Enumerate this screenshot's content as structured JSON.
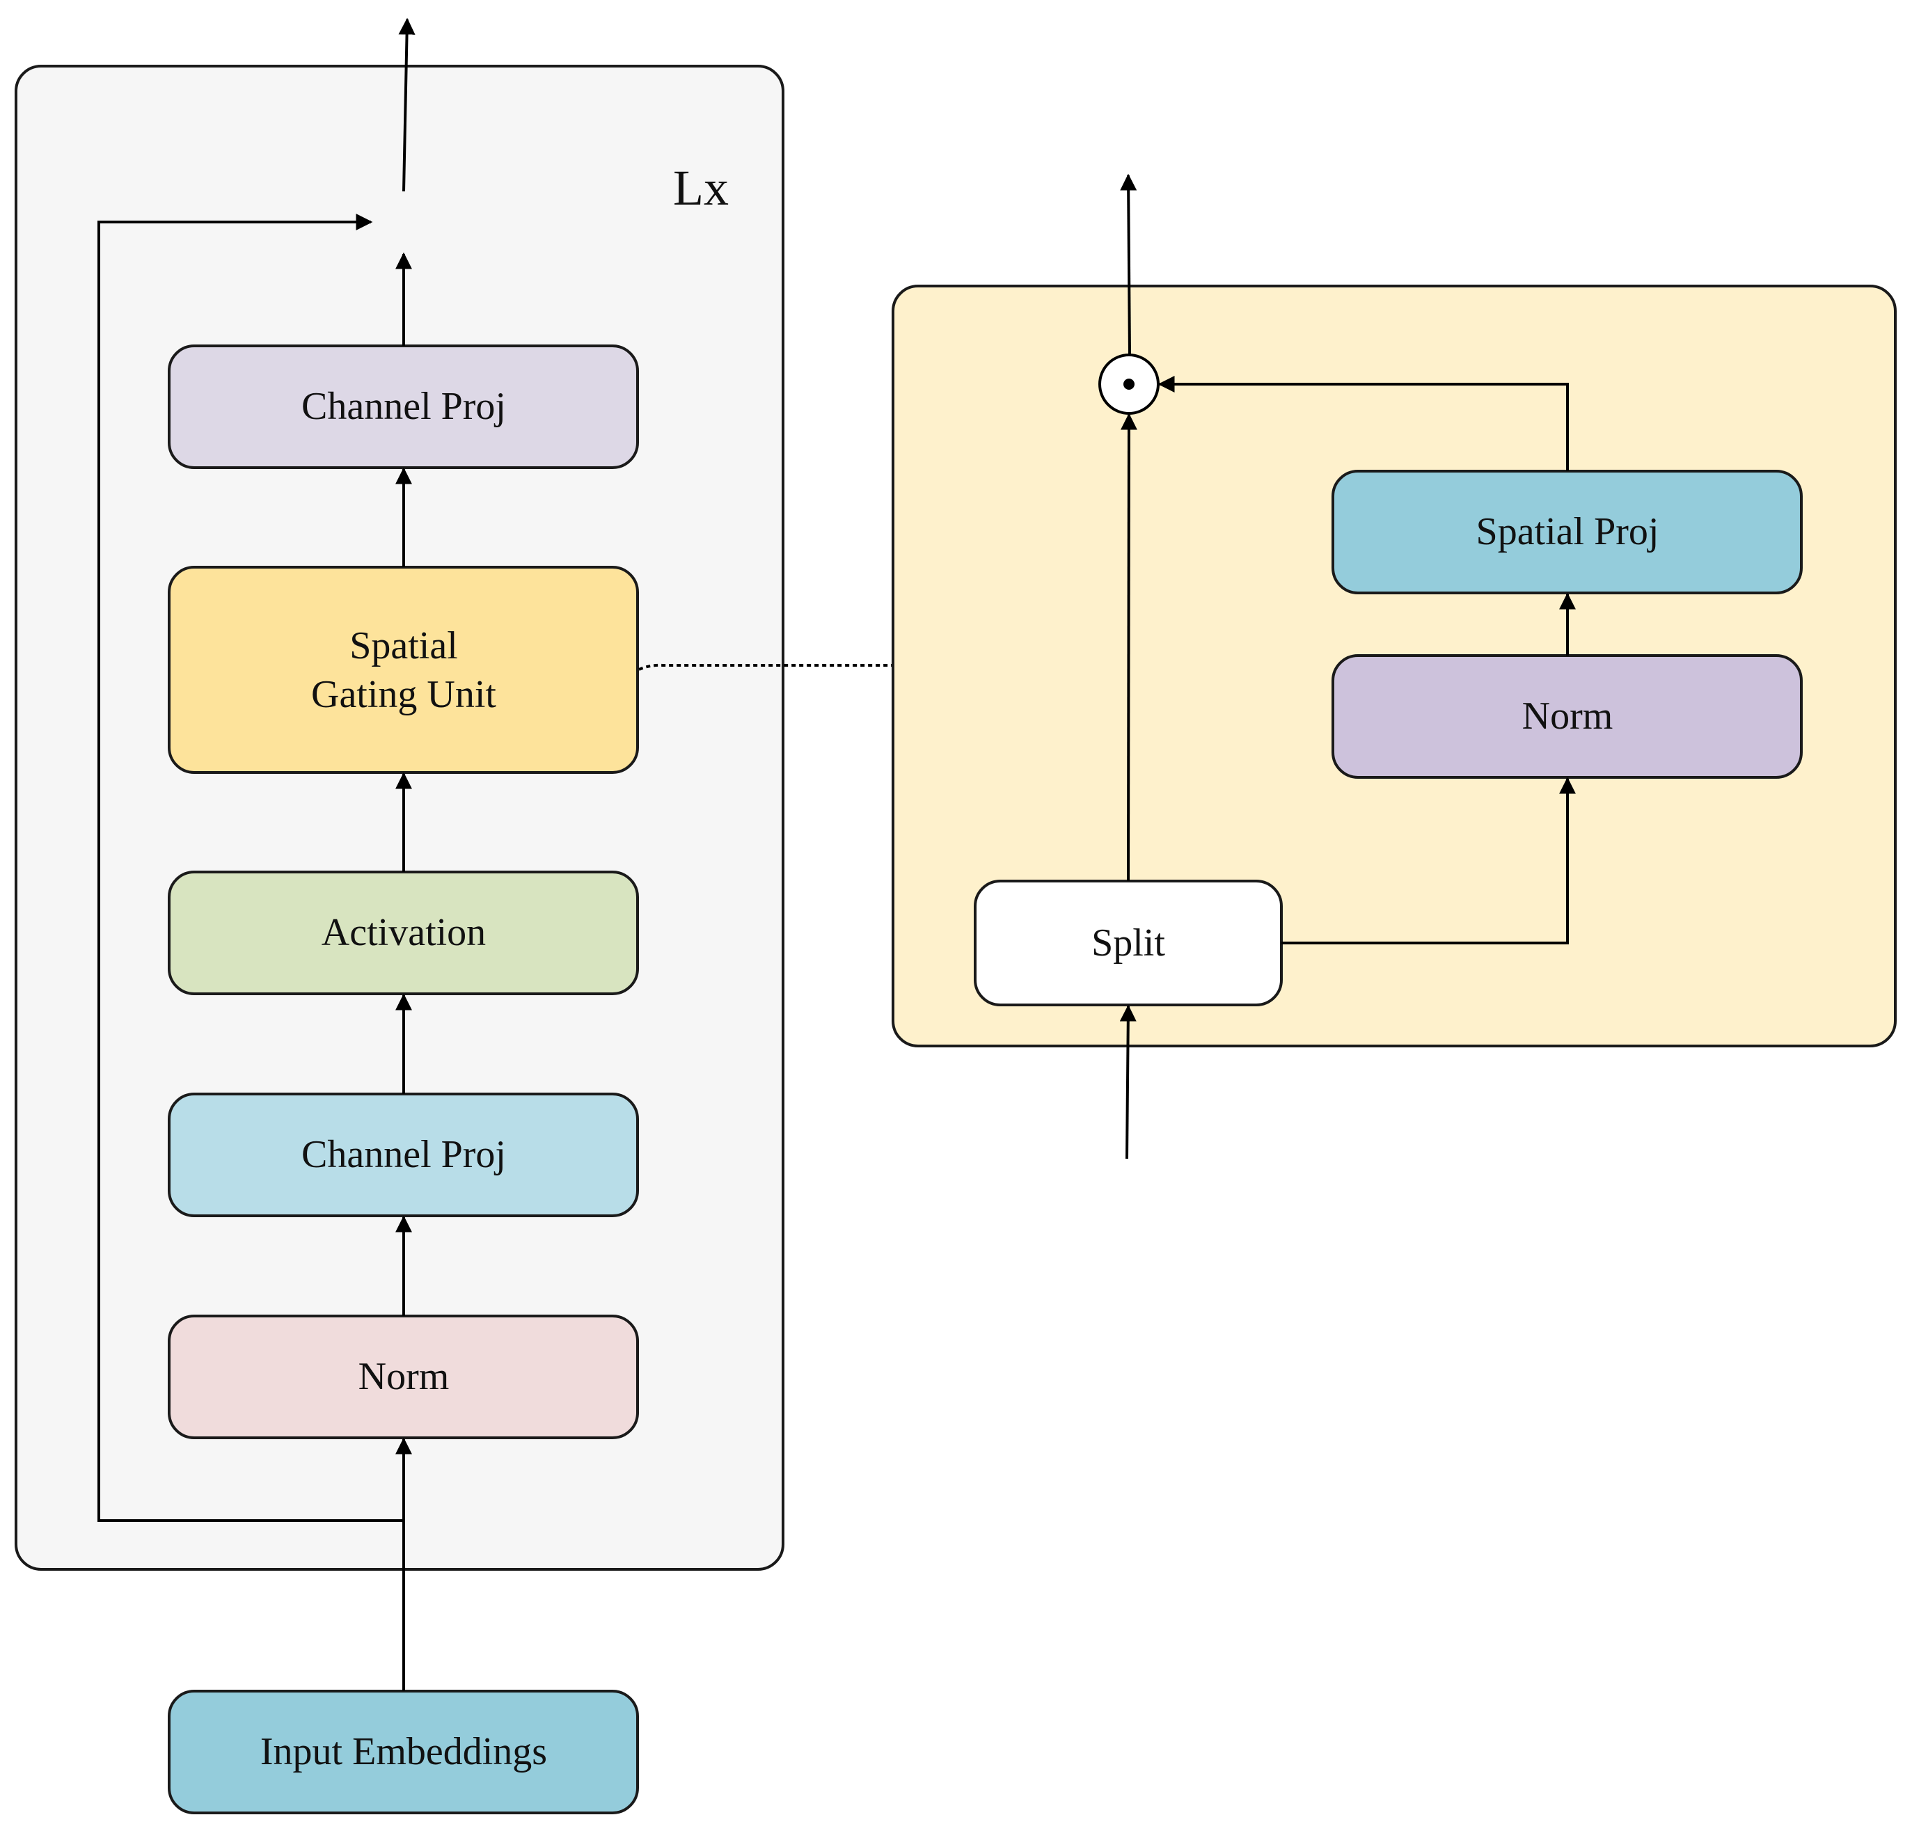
{
  "left_block": {
    "repeat_label": "Lx",
    "background": "#f6f6f6",
    "nodes": [
      {
        "id": "channel_proj_top",
        "label": "Channel Proj",
        "color": "#ddd8e6"
      },
      {
        "id": "sgu",
        "label_lines": [
          "Spatial",
          "Gating Unit"
        ],
        "color": "#fde39b"
      },
      {
        "id": "activation",
        "label": "Activation",
        "color": "#d8e4c0"
      },
      {
        "id": "channel_proj_bottom",
        "label": "Channel Proj",
        "color": "#b8dde8"
      },
      {
        "id": "norm",
        "label": "Norm",
        "color": "#f0dcdc"
      }
    ]
  },
  "input": {
    "label": "Input Embeddings",
    "color": "#94ccdb"
  },
  "sgu_detail": {
    "background": "#fef1cc",
    "split": {
      "label": "Split",
      "color": "#ffffff"
    },
    "norm": {
      "label": "Norm",
      "color": "#cdc2dc"
    },
    "spatial_proj": {
      "label": "Spatial Proj",
      "color": "#94ccdb"
    },
    "operator_symbol": "⊙"
  },
  "edge_color": "#000000"
}
